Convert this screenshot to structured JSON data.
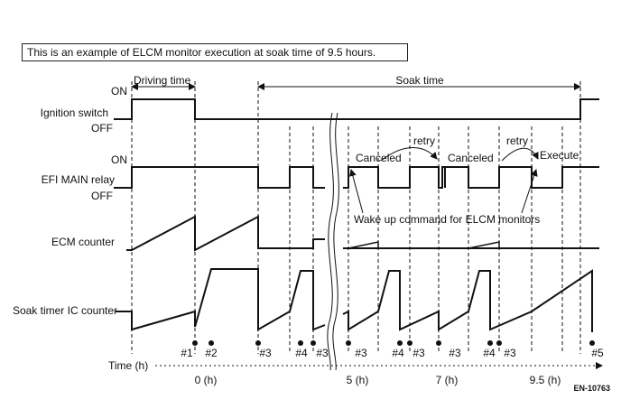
{
  "caption": "This is an example of ELCM monitor execution at soak time of 9.5 hours.",
  "labels": {
    "ignition_switch": "Ignition switch",
    "efi_main_relay": "EFI MAIN relay",
    "ecm_counter": "ECM counter",
    "soak_timer": "Soak timer IC counter",
    "on": "ON",
    "off": "OFF",
    "driving_time": "Driving time",
    "soak_time": "Soak time",
    "time_axis": "Time (h)",
    "canceled": "Canceled",
    "retry": "retry",
    "execute": "Execute",
    "wake_up": "Wake up command for ELCM monitors",
    "figure_id": "EN-10763"
  },
  "time_ticks": [
    "0 (h)",
    "5 (h)",
    "7 (h)",
    "9.5 (h)"
  ],
  "markers": [
    "#1",
    "#2",
    "#3",
    "#4",
    "#3",
    "#3",
    "#4",
    "#3",
    "#3",
    "#4",
    "#3",
    "#5"
  ]
}
